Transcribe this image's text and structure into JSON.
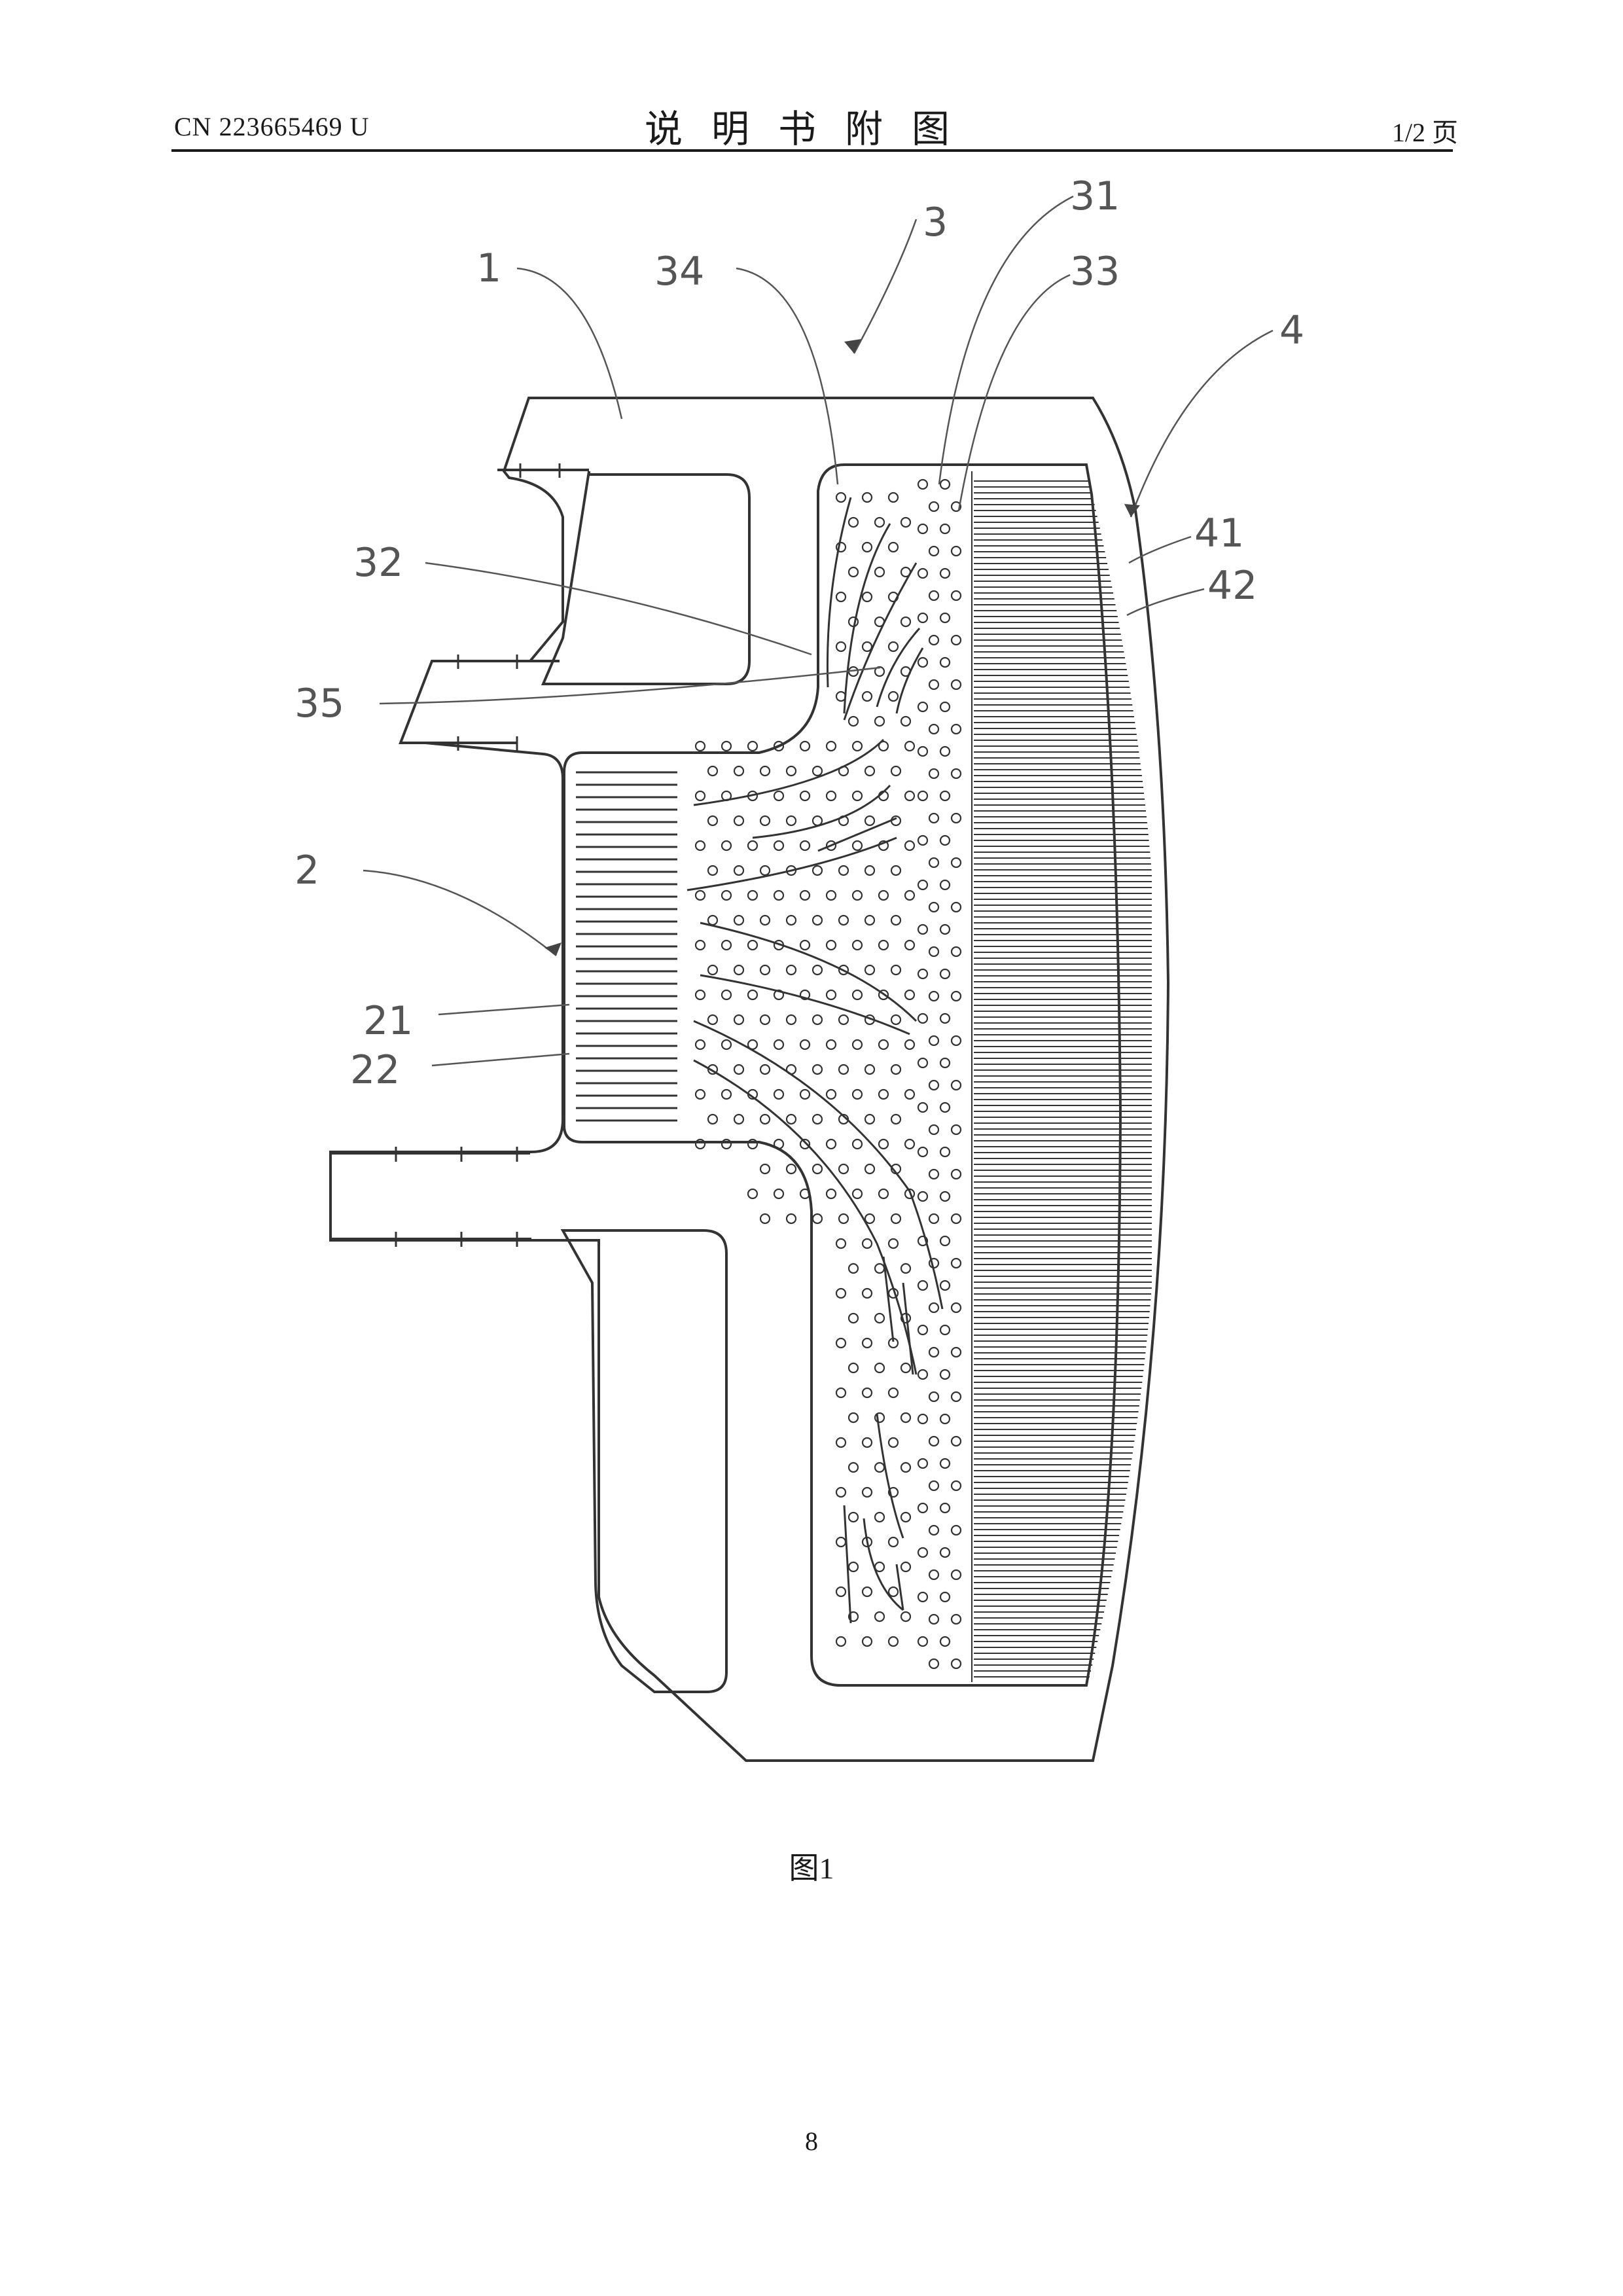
{
  "header": {
    "pub_no": "CN 223665469 U",
    "title": "说明书附图",
    "page": "1/2 页"
  },
  "figure": {
    "caption": "图1",
    "refs": [
      {
        "label": "1"
      },
      {
        "label": "3"
      },
      {
        "label": "31"
      },
      {
        "label": "34"
      },
      {
        "label": "33"
      },
      {
        "label": "4"
      },
      {
        "label": "41"
      },
      {
        "label": "42"
      },
      {
        "label": "32"
      },
      {
        "label": "35"
      },
      {
        "label": "2"
      },
      {
        "label": "21"
      },
      {
        "label": "22"
      }
    ]
  },
  "footer": {
    "page_number": "8"
  }
}
